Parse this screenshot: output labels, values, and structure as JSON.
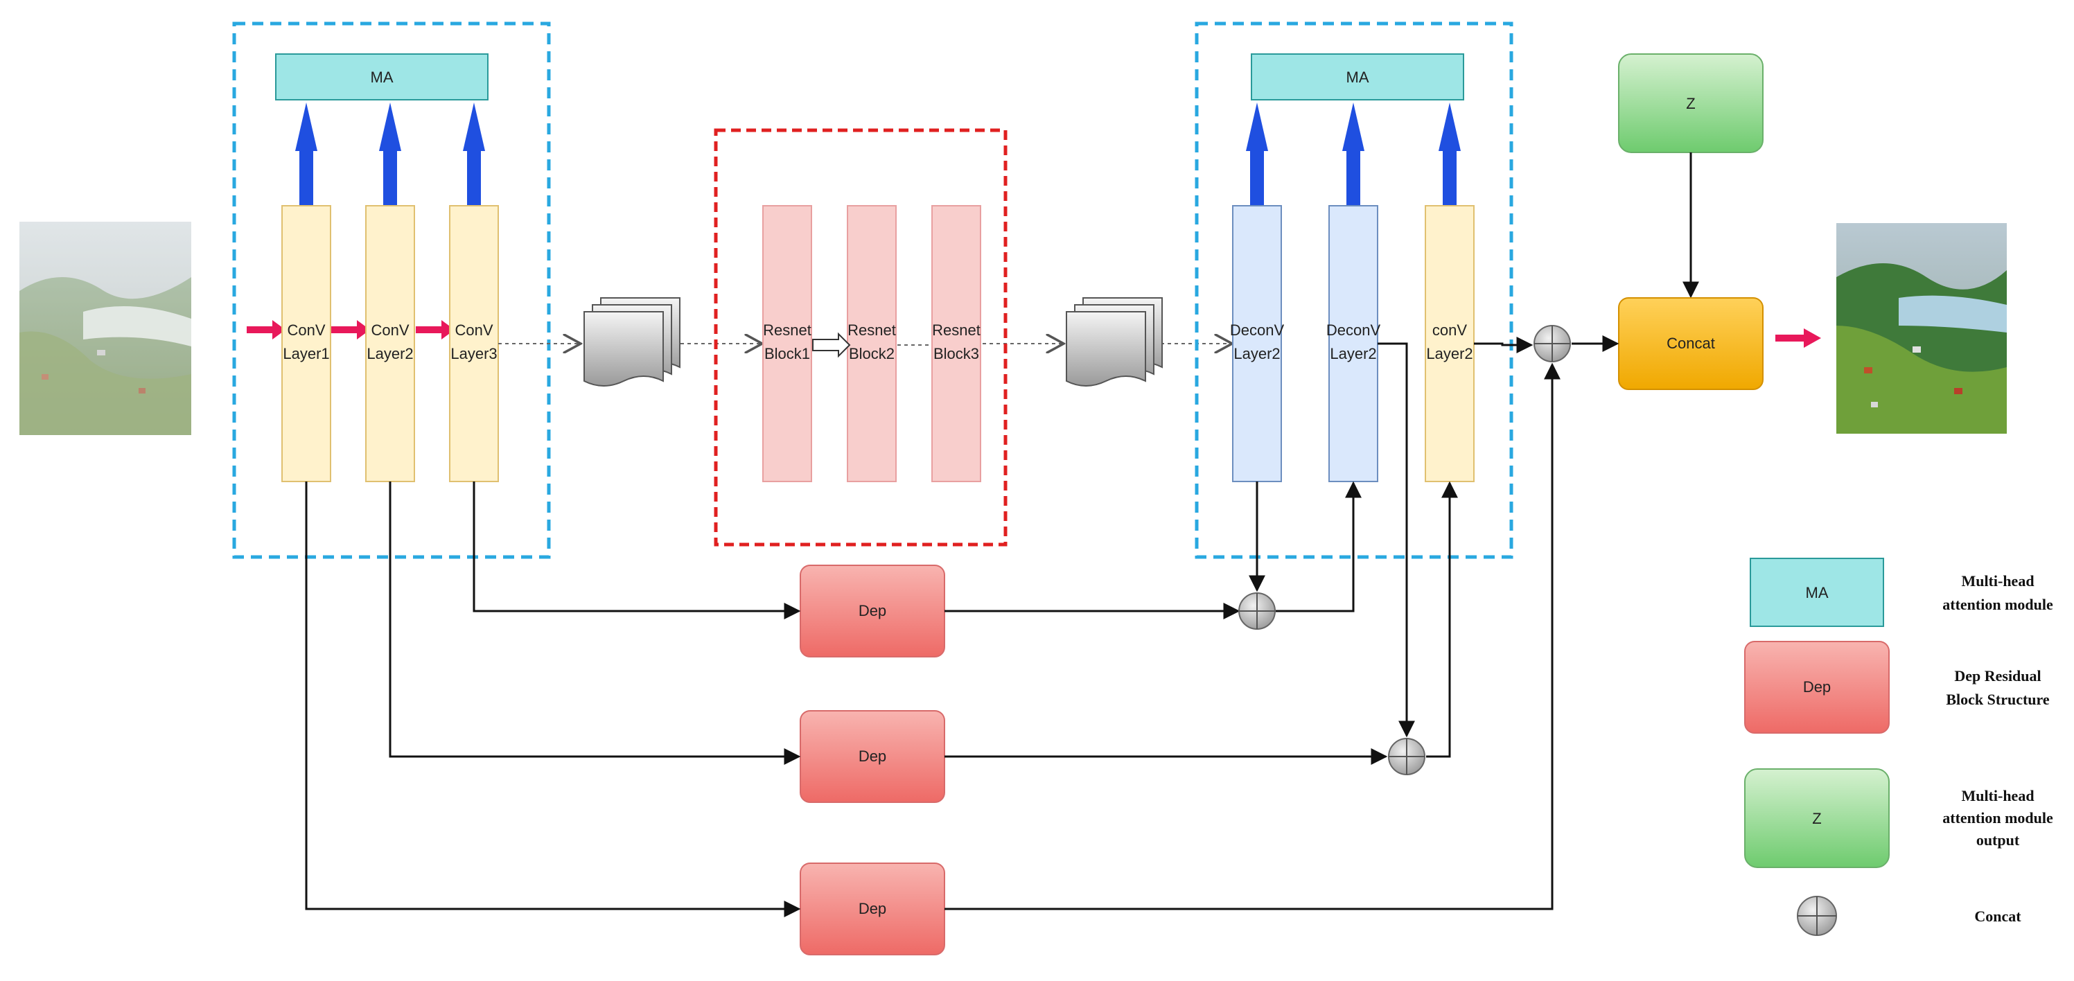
{
  "colors": {
    "encoder_box": "#29a8e0",
    "bottleneck_box": "#e02020",
    "conv_layer": "#fff2cc",
    "conv_layer_border": "#e0c070",
    "deconv_layer": "#dae8fc",
    "deconv_layer_border": "#6c8ebf",
    "resnet_block": "#f8cecc",
    "ma_module": "#9ee6e6",
    "dep_block": "#f08080",
    "z_block": "#8fd18f",
    "concat_block": "#f5b000",
    "up_arrow": "#1f4fe0",
    "input_arrow": "#e8185a"
  },
  "encoder": {
    "ma_label": "MA",
    "layers": [
      {
        "line1": "ConV",
        "line2": "Layer1"
      },
      {
        "line1": "ConV",
        "line2": "Layer2"
      },
      {
        "line1": "ConV",
        "line2": "Layer3"
      }
    ]
  },
  "bottleneck": {
    "blocks": [
      {
        "line1": "Resnet",
        "line2": "Block1"
      },
      {
        "line1": "Resnet",
        "line2": "Block2"
      },
      {
        "line1": "Resnet",
        "line2": "Block3"
      }
    ]
  },
  "decoder": {
    "ma_label": "MA",
    "layers": [
      {
        "line1": "DeconV",
        "line2": "Layer2"
      },
      {
        "line1": "DeconV",
        "line2": "Layer2"
      },
      {
        "line1": "conV",
        "line2": "Layer2"
      }
    ]
  },
  "output_stage": {
    "z_label": "Z",
    "concat_label": "Concat"
  },
  "dep_blocks": [
    "Dep",
    "Dep",
    "Dep"
  ],
  "legend": [
    {
      "symbol": "MA",
      "lines": [
        "Multi-head",
        "attention module"
      ]
    },
    {
      "symbol": "Dep",
      "lines": [
        "Dep Residual",
        "Block Structure"
      ]
    },
    {
      "symbol": "Z",
      "lines": [
        "Multi-head",
        "attention module",
        "output"
      ]
    },
    {
      "symbol": "",
      "lines": [
        "Concat"
      ]
    }
  ]
}
